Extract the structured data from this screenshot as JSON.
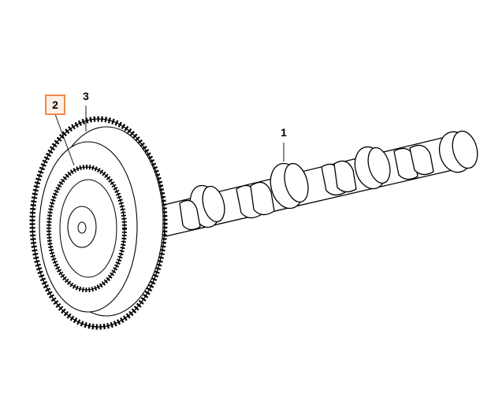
{
  "diagram": {
    "callouts": [
      {
        "id": "1",
        "label": "1",
        "highlighted": false
      },
      {
        "id": "2",
        "label": "2",
        "highlighted": true
      },
      {
        "id": "3",
        "label": "3",
        "highlighted": false
      }
    ],
    "highlight_color": "#f08a4b"
  }
}
